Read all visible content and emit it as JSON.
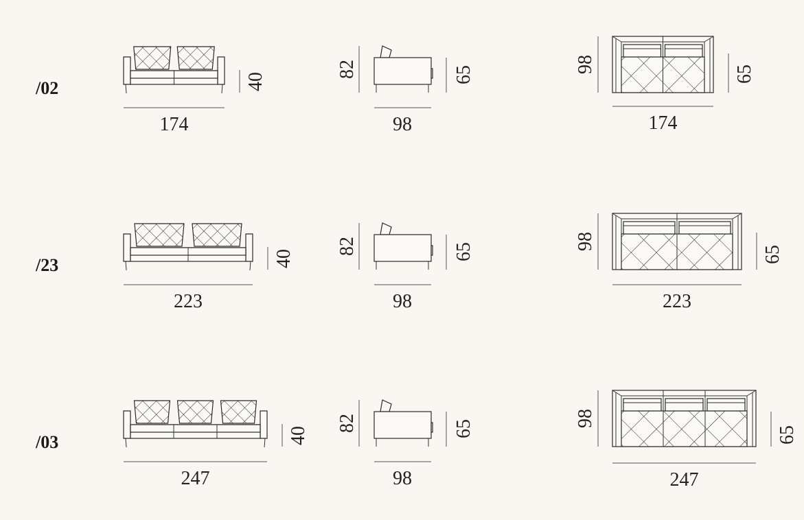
{
  "colors": {
    "background": "#faf7f2",
    "line": "#2a2a2a",
    "text": "#1a1a1a"
  },
  "rows": [
    {
      "label": "/02",
      "seats": 2,
      "width": "174",
      "seat_height": "40",
      "height": "82",
      "depth": "98",
      "arm_height": "65",
      "top_depth": "98",
      "top_height": "65",
      "top_width": "174"
    },
    {
      "label": "/23",
      "seats": 2,
      "width": "223",
      "seat_height": "40",
      "height": "82",
      "depth": "98",
      "arm_height": "65",
      "top_depth": "98",
      "top_height": "65",
      "top_width": "223"
    },
    {
      "label": "/03",
      "seats": 3,
      "width": "247",
      "seat_height": "40",
      "height": "82",
      "depth": "98",
      "arm_height": "65",
      "top_depth": "98",
      "top_height": "65",
      "top_width": "247"
    }
  ]
}
